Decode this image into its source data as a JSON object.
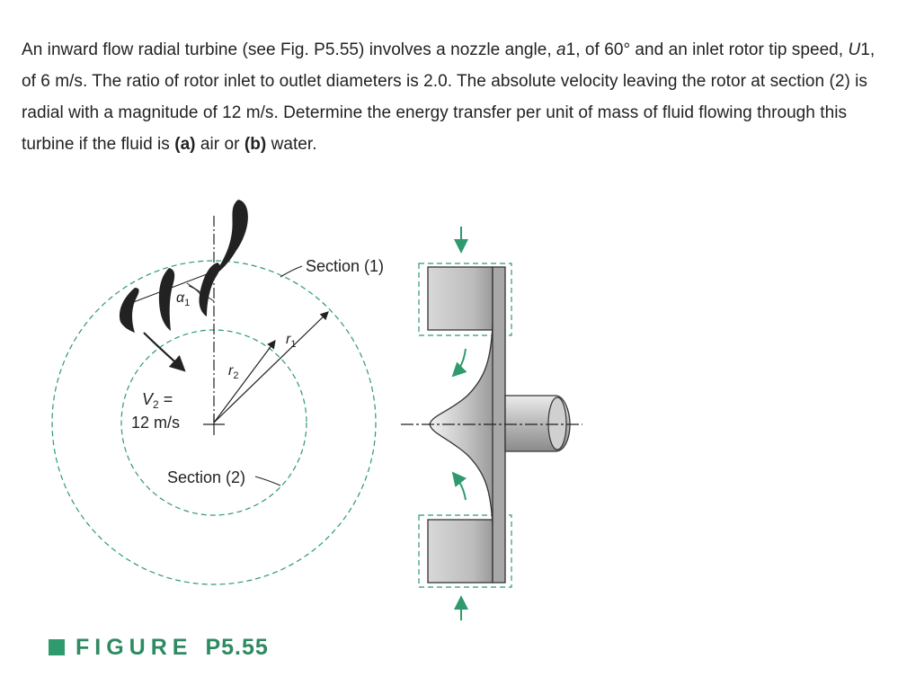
{
  "problem": {
    "segments": [
      "An inward flow radial turbine (see Fig. P5.55) involves a nozzle angle, ",
      "a",
      "1, of 60° and an inlet rotor tip speed, ",
      "U",
      "1, of 6 m/s. The ratio of rotor inlet to outlet diameters is 2.0. The absolute velocity leaving the rotor at section (2) is radial with a magnitude of 12 m/s. Determine the energy transfer per unit of mass of fluid flowing through this turbine if the fluid is ",
      "(a)",
      " air or ",
      "(b)",
      " water."
    ]
  },
  "figure": {
    "section1_label": "Section (1)",
    "section2_label": "Section (2)",
    "r1_label": "r",
    "r1_sub": "1",
    "r2_label": "r",
    "r2_sub": "2",
    "alpha_label": "α",
    "alpha_sub": "1",
    "v2_label": "V",
    "v2_sub": "2",
    "v2_eq": " =",
    "v2_value": "12 m/s",
    "caption_word": "FIGURE",
    "caption_number": "P5.55",
    "accent_color": "#2e9a6d"
  }
}
